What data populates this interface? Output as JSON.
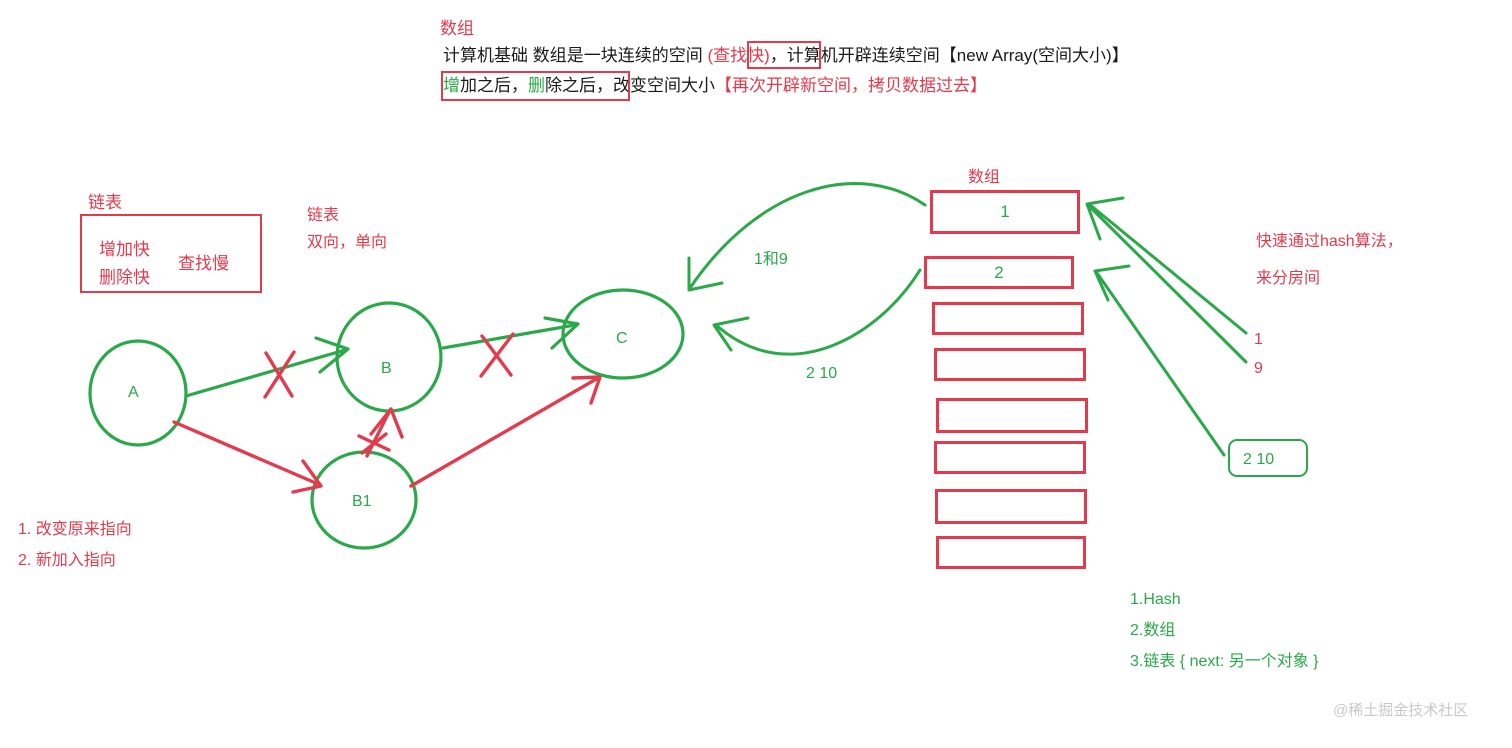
{
  "header": {
    "title": "数组",
    "line1_pre": "计算机基础  数组是一块连续的空间 ",
    "line1_hl": "(查找快)",
    "line1_mid": "，计算机开辟连续空间【new Array(空间大小)】",
    "line2_g1": "增",
    "line2_t1": "加之后，",
    "line2_g2": "删",
    "line2_t2": "除之后",
    "line2_t3": "，改变空间大小",
    "line2_hl": "【再次开辟新空间，拷贝数据过去】"
  },
  "linked_list": {
    "title": "链表",
    "add_fast": "增加快",
    "delete_fast": "删除快",
    "find_slow": "查找慢",
    "title2": "链表",
    "directions": "双向，单向"
  },
  "legend": {
    "item1": "1. 改变原来指向",
    "item2": "2. 新加入指向"
  },
  "nodes": [
    {
      "id": "a",
      "label": "A"
    },
    {
      "id": "b",
      "label": "B"
    },
    {
      "id": "b1",
      "label": "B1"
    },
    {
      "id": "c",
      "label": "C"
    }
  ],
  "array": {
    "title": "数组",
    "cells": [
      {
        "index": 0,
        "value": "1"
      },
      {
        "index": 1,
        "value": "2"
      },
      {
        "index": 2,
        "value": ""
      },
      {
        "index": 3,
        "value": ""
      },
      {
        "index": 4,
        "value": ""
      },
      {
        "index": 5,
        "value": ""
      },
      {
        "index": 6,
        "value": ""
      },
      {
        "index": 7,
        "value": ""
      }
    ]
  },
  "annotations": {
    "arrow_label_1he9": "1和9",
    "arrow_label_210": "2 10",
    "hash_note_line1": "快速通过hash算法，",
    "hash_note_line2": "来分房间",
    "num_1": "1",
    "num_9": "9",
    "box_210": "2 10"
  },
  "summary_list": {
    "item1": "1.Hash",
    "item2": "2.数组",
    "item3": "3.链表 {  next: 另一个对象 }"
  },
  "watermark": "@稀土掘金技术社区",
  "colors": {
    "red": "#e23b4e",
    "green": "#2ba84a",
    "black": "#1a1a1a",
    "watermark": "#c9c9c9"
  }
}
